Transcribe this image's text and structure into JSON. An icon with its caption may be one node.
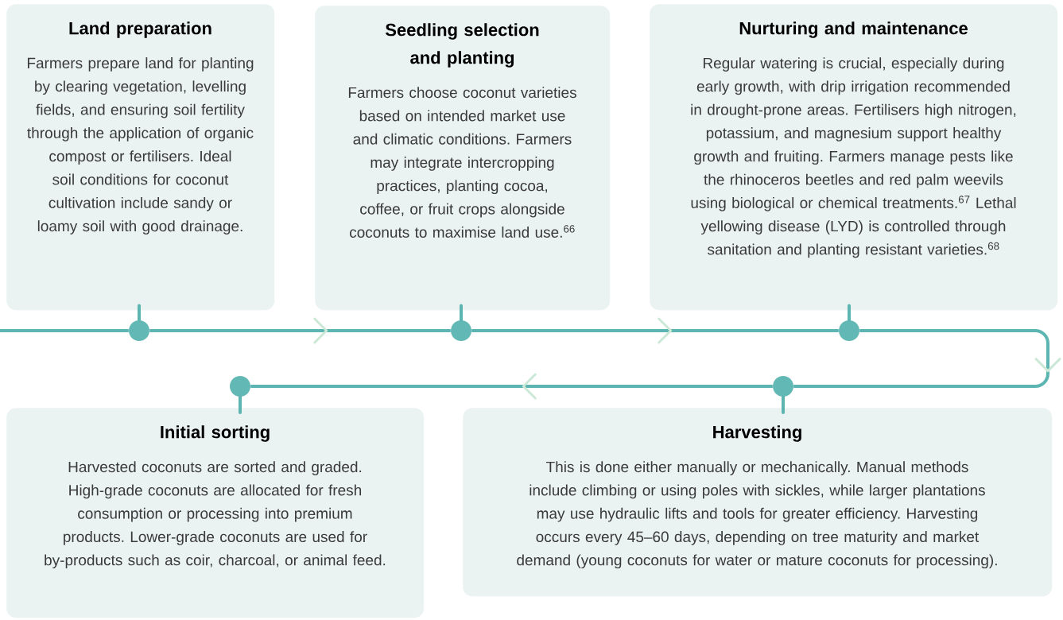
{
  "diagram": {
    "nodes": [
      {
        "text": [
          "Land preparation",
          "Farmers prepare land for planting by clearing vegetation, levelling fields, and ensuring soil fertility through the application of organic compost or fertilisers. Ideal soil conditions for coconut cultivation include sandy or loamy soil with good drainage."
        ]
      },
      {
        "text": [
          "Seedling selection and planting",
          "Farmers choose coconut varieties based on intended market use and climatic conditions. Farmers may integrate intercropping practices, planting cocoa, coffee, or fruit crops alongside coconuts to maximise land use.$^{66}$"
        ]
      },
      {
        "text": [
          "Nurturing and maintenance",
          "Regular watering is crucial, especially during early growth, with drip irrigation recommended in drought-prone areas. Fertilisers high nitrogen, potassium, and magnesium support healthy growth and fruiting. Farmers manage pests like the rhinoceros beetles and red palm weevils using biological or chemical treatments.$^{67}$ Lethal yellowing disease (LYD) is controlled through sanitation and planting resistant varieties.$^{68}$"
        ]
      },
      {
        "text": [
          "Initial sorting",
          "Harvested coconuts are sorted and graded. High-grade coconuts are allocated for fresh consumption or processing into premium products. Lower-grade coconuts are used for by-products such as coir, charcoal, or animal feed."
        ]
      },
      {
        "text": [
          "Harvesting",
          "This is done either manually or mechanically. Manual methods include climbing or using poles with sickles, while larger plantations may use hydraulic lifts and tools for greater efficiency. Harvesting occurs every 45–60 days, depending on tree maturity and market demand (young coconuts for water or mature coconuts for processing)."
        ]
      },
      {
        "text": [],
        "shape": "circle"
      },
      {
        "text": [],
        "shape": "circle"
      },
      {
        "text": [],
        "shape": "circle"
      },
      {
        "text": [],
        "shape": "circle"
      },
      {
        "text": [],
        "shape": "circle"
      }
    ],
    "edges": [
      {
        "from": null,
        "to": 5,
        "arrow": "none"
      },
      {
        "from": 5,
        "to": 6,
        "arrow": "to"
      },
      {
        "from": 6,
        "to": 7,
        "arrow": "to"
      },
      {
        "from": 7,
        "to": 9,
        "arrow": "to"
      },
      {
        "from": 9,
        "to": 8,
        "arrow": "to"
      },
      {
        "from": 0,
        "to": 5,
        "arrow": "none"
      },
      {
        "from": 1,
        "to": 6,
        "arrow": "none"
      },
      {
        "from": 2,
        "to": 7,
        "arrow": "none"
      },
      {
        "from": 4,
        "to": 9,
        "arrow": "none"
      },
      {
        "from": 3,
        "to": 8,
        "arrow": "none"
      }
    ]
  }
}
